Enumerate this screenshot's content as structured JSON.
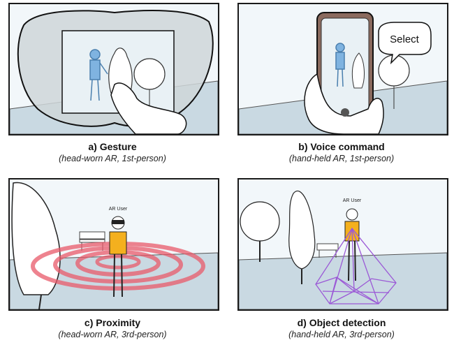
{
  "panels": [
    {
      "id": "a",
      "title": "a) Gesture",
      "subtitle": "(head-worn AR, 1st-person)"
    },
    {
      "id": "b",
      "title": "b) Voice command",
      "subtitle": "(hand-held AR, 1st-person)"
    },
    {
      "id": "c",
      "title": "c) Proximity",
      "subtitle": "(head-worn AR, 3rd-person)"
    },
    {
      "id": "d",
      "title": "d) Object detection",
      "subtitle": "(hand-held AR, 3rd-person)"
    }
  ],
  "speech_bubble": "Select",
  "ar_user_label": "AR User",
  "colors": {
    "person": "#7fb3e0",
    "shirt": "#f4b01e",
    "rings": "#e85a6a",
    "mesh": "#9b59d6",
    "ground": "#c9d9e2",
    "sky": "#f2f7fa"
  }
}
